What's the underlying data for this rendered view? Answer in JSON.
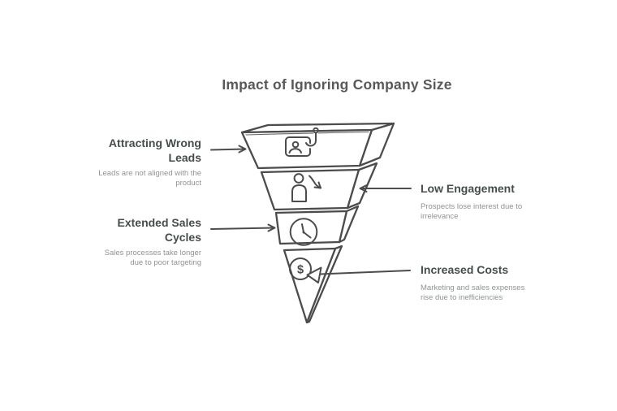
{
  "title": "Impact of Ignoring Company Size",
  "colors": {
    "background": "#ffffff",
    "stroke": "#4c4c4c",
    "title_text": "#595959",
    "heading_text": "#454e4d",
    "description_text": "#8f9494"
  },
  "funnel": {
    "type": "inverted-pyramid",
    "levels": [
      {
        "rank": 1,
        "icon": "lead-card-hook-icon"
      },
      {
        "rank": 2,
        "icon": "person-declining-arrow-icon"
      },
      {
        "rank": 3,
        "icon": "clock-icon"
      },
      {
        "rank": 4,
        "icon": "dollar-coin-icon",
        "icon_text": "$"
      }
    ]
  },
  "labels": {
    "left": [
      {
        "heading": "Attracting Wrong Leads",
        "description": "Leads are not aligned with the product"
      },
      {
        "heading": "Extended Sales Cycles",
        "description": "Sales processes take longer due to poor targeting"
      }
    ],
    "right": [
      {
        "heading": "Low Engagement",
        "description": "Prospects lose interest due to irrelevance"
      },
      {
        "heading": "Increased Costs",
        "description": "Marketing and sales expenses rise due to inefficiencies"
      }
    ]
  }
}
